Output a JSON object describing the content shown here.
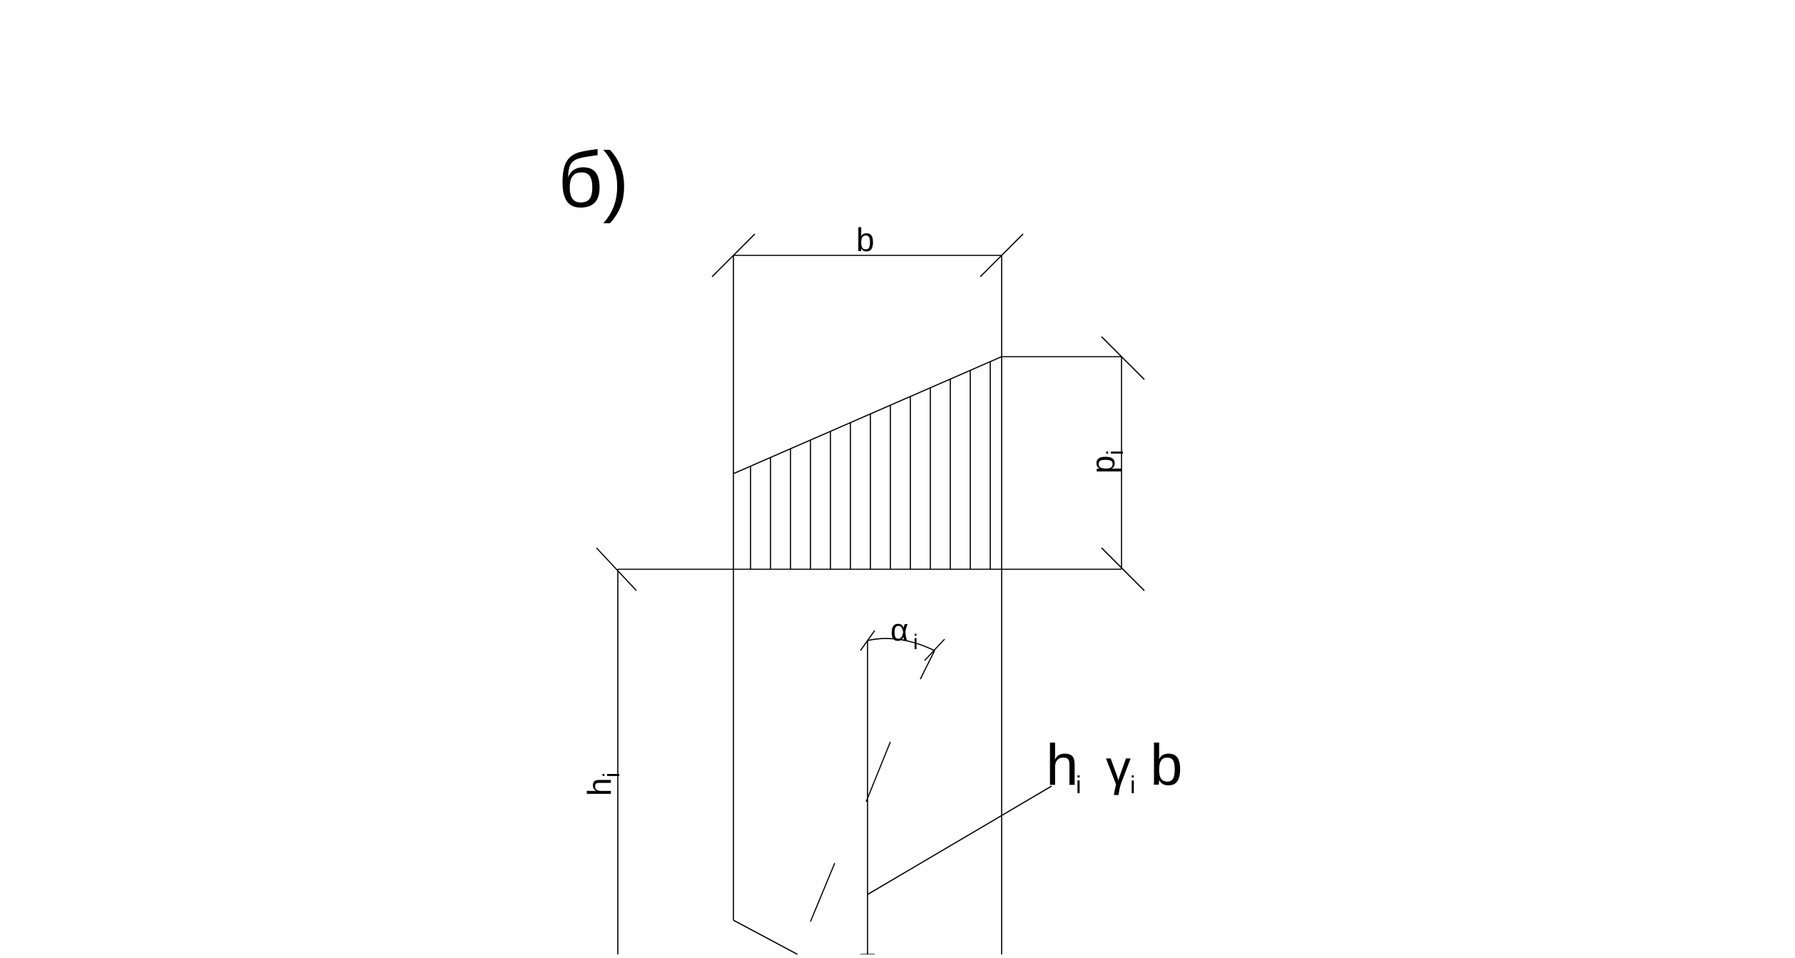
{
  "diagram": {
    "panel_label": "б)",
    "dim_width_label": "b",
    "dim_pressure_label_main": "p",
    "dim_pressure_label_sub": "i",
    "dim_height_label_main": "h",
    "dim_height_label_sub": "i",
    "angle_label_main": "α",
    "angle_label_sub": "i",
    "force_label_h": "h",
    "force_label_h_sub": "i",
    "force_label_gamma": "γ",
    "force_label_gamma_sub": "i",
    "force_label_b": "b",
    "line_color": "#000000",
    "background_color": "#ffffff"
  }
}
